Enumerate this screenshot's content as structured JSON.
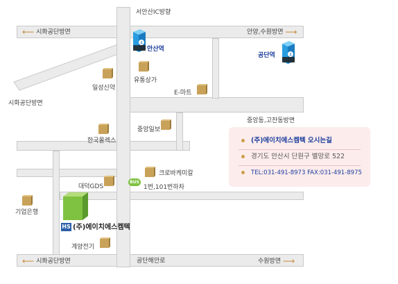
{
  "roads": {
    "top_left": "시화공단방면",
    "top_north": "서안산IC방향",
    "top_right": "안양,수원방면",
    "left_mid": "시화공단방면",
    "right_mid": "중앙동,고잔동방면",
    "bottom_left": "시화공단방면",
    "bottom_mid": "공단해안로",
    "bottom_right": "수원방면"
  },
  "stations": {
    "ansan": "안산역",
    "gongdan": "공단역",
    "number": "4"
  },
  "landmarks": {
    "ilseong": "일성신약",
    "yutong": "유통상가",
    "emart": "E-마트",
    "jungang": "중앙일보",
    "hanguk": "한국몰렉스",
    "daeduk": "대덕GDS",
    "korba": "크로바케미칼",
    "bus_note": "1번,101번하차",
    "giup": "기업은행",
    "gyeyang": "계양전기"
  },
  "bus_badge": "BUS",
  "company": {
    "logo_text": "HS",
    "name": "(주)에이치에스켐텍"
  },
  "info": {
    "title": "(주)에이치에스켐텍   오시는길",
    "address": "경기도 안산시 단원구 별망로 522",
    "contact": "TEL:031-491-8973   FAX:031-491-8975"
  },
  "colors": {
    "road_fill": "#ebebeb",
    "road_border": "#c9c9c9",
    "station_blue": "#2a9de0",
    "company_green": "#7fc241",
    "box_brown": "#c9a25a",
    "info_bg": "#fdecec"
  },
  "icons": {
    "arrow_left": "arrow-left-icon",
    "arrow_right": "arrow-right-icon",
    "box": "building-box-icon",
    "station": "subway-station-icon"
  }
}
